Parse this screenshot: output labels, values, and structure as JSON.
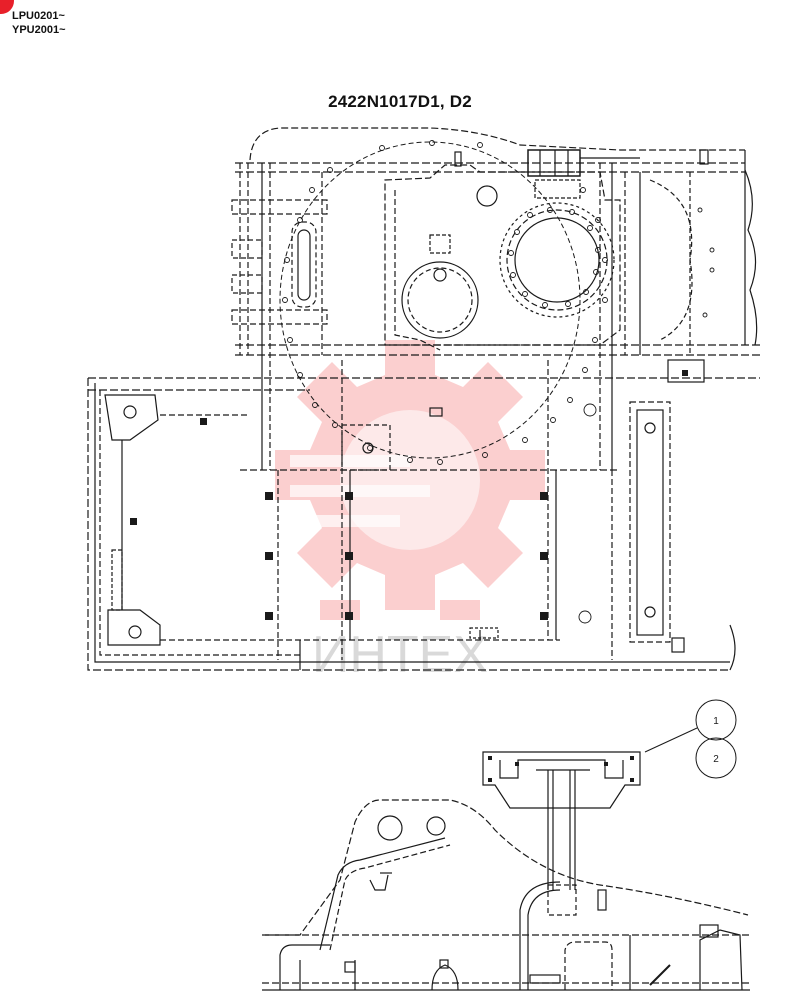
{
  "serial_ranges": [
    "LPU0201~",
    "YPU2001~"
  ],
  "part_number": "2422N1017D1, D2",
  "callouts": [
    "1",
    "2"
  ],
  "watermark": {
    "text": "ИНТЕХ",
    "color": "#f36b6b"
  },
  "colors": {
    "line": "#1a1a1a",
    "badge": "#e8202a"
  }
}
